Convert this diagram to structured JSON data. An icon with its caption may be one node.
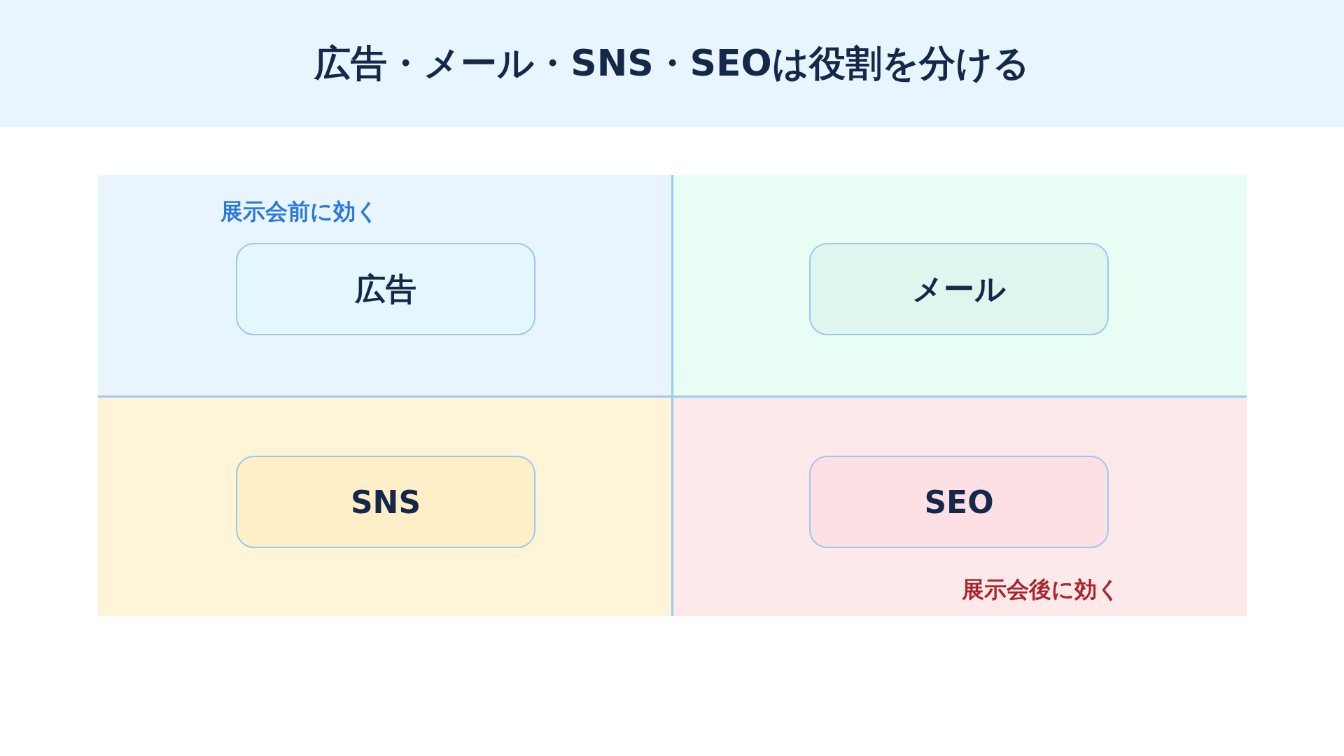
{
  "diagram": {
    "title": "広告・メール・SNS・SEOは役割を分ける",
    "nodes": [
      {
        "text": [
          "展示会前に効く"
        ]
      },
      {
        "text": [
          "広告"
        ],
        "in": 0
      },
      {
        "text": [],
        "shape": "box"
      },
      {
        "text": [
          "メール"
        ],
        "in": 2
      },
      {
        "text": [],
        "shape": "box"
      },
      {
        "text": [
          "SNS"
        ],
        "in": 4
      },
      {
        "text": [
          "展示会後に効く"
        ]
      },
      {
        "text": [
          "SEO"
        ],
        "in": 6
      }
    ],
    "edges": []
  }
}
